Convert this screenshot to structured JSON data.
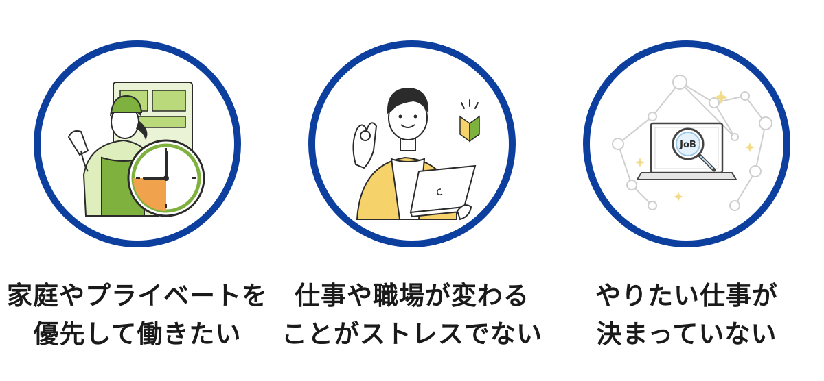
{
  "items": [
    {
      "illustration": "worker-with-clock-icon",
      "caption_line1": "家庭やプライベートを",
      "caption_line2": "優先して働きたい"
    },
    {
      "illustration": "beginner-with-laptop-icon",
      "caption_line1": "仕事や職場が変わる",
      "caption_line2": "ことがストレスでない"
    },
    {
      "illustration": "job-search-laptop-icon",
      "caption_line1": "やりたい仕事が",
      "caption_line2": "決まっていない",
      "badge_text": "JoB"
    }
  ],
  "colors": {
    "ring": "#0d3f9e",
    "text": "#1a1a1a",
    "green": "#7fb13f",
    "light_green": "#dfeebd",
    "yellow": "#f5d36a",
    "orange": "#f0a24c"
  }
}
